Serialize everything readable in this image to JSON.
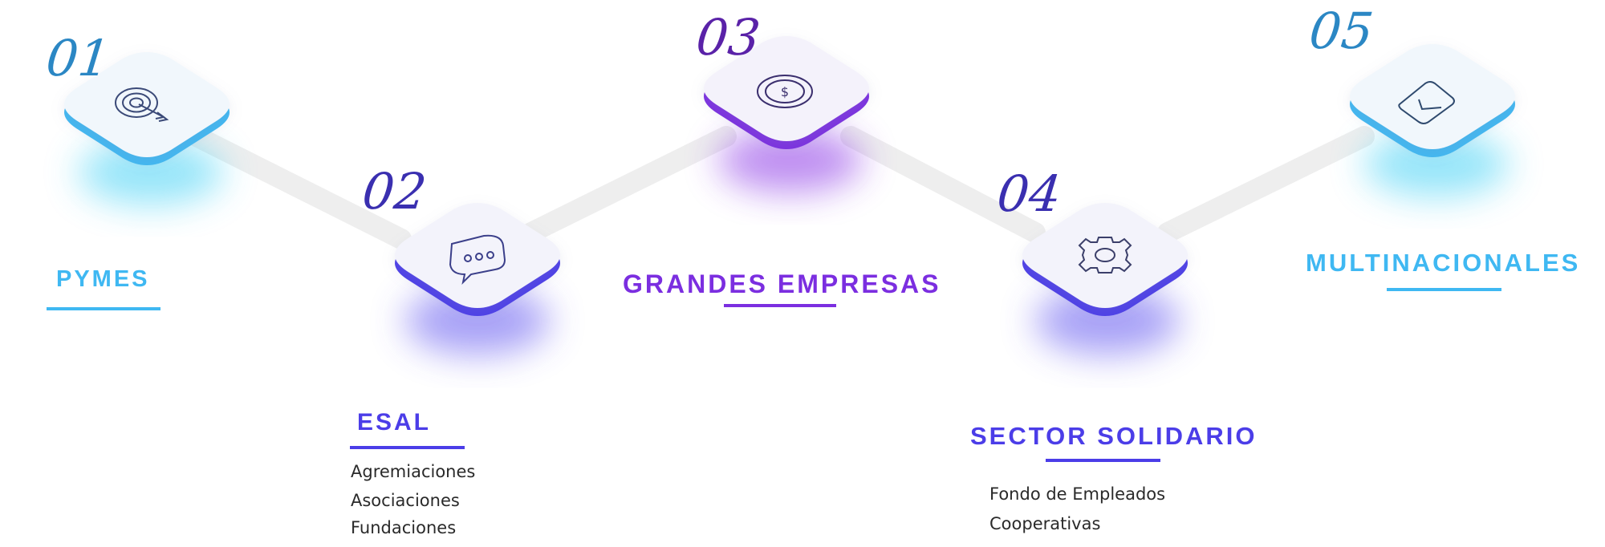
{
  "steps": [
    {
      "number": "01",
      "title": "PYMES",
      "icon": "target-icon",
      "items": []
    },
    {
      "number": "02",
      "title": "ESAL",
      "icon": "chat-bubble-icon",
      "items": [
        "Agremiaciones",
        "Asociaciones",
        "Fundaciones"
      ]
    },
    {
      "number": "03",
      "title": "GRANDES EMPRESAS",
      "icon": "coin-icon",
      "items": []
    },
    {
      "number": "04",
      "title": "SECTOR SOLIDARIO",
      "icon": "gear-icon",
      "items": [
        "Fondo de Empleados",
        "Cooperativas"
      ]
    },
    {
      "number": "05",
      "title": "MULTINACIONALES",
      "icon": "document-check-icon",
      "items": []
    }
  ],
  "colors": {
    "cyan": "#3fb8f2",
    "indigo": "#4b3de8",
    "purple": "#7b2ee0",
    "number_blue": "#2b87c4",
    "number_indigo": "#3a2fb0",
    "number_purple": "#5a22a8",
    "connector": "#efefef",
    "card_face": "#f2f4fb"
  }
}
